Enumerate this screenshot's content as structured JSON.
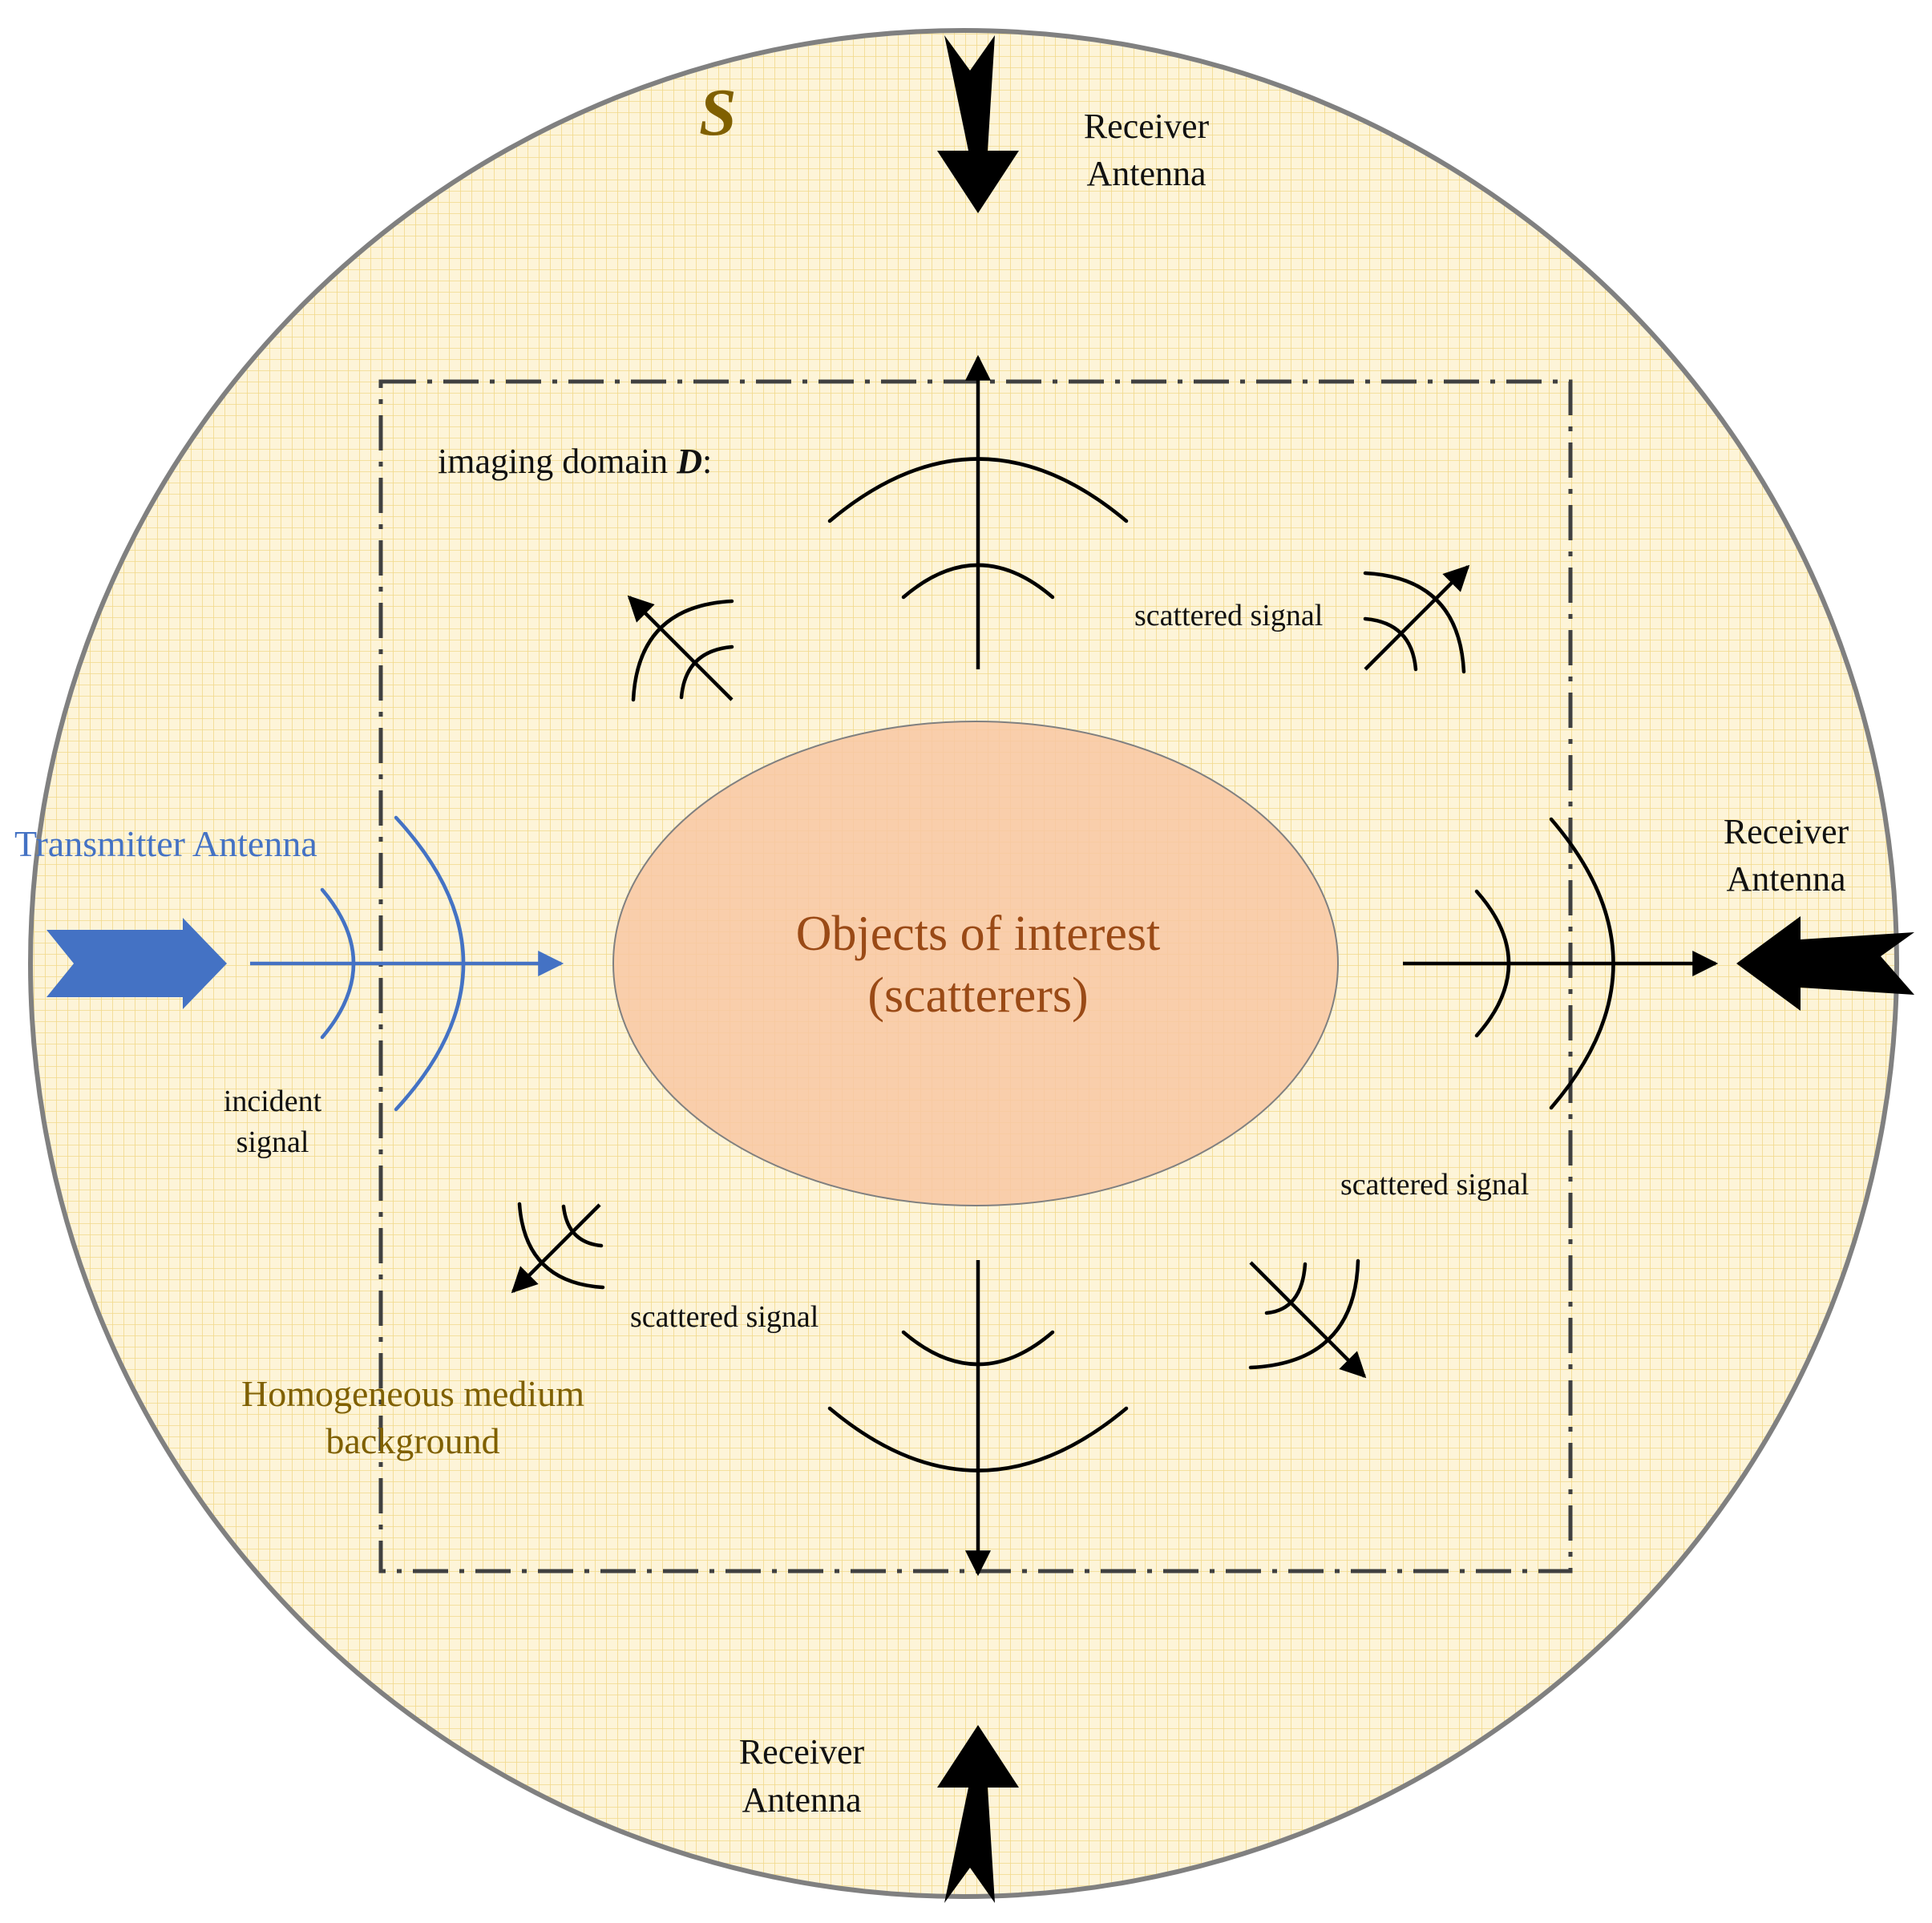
{
  "labels": {
    "region_symbol": "S",
    "imaging_domain_prefix": "imaging domain ",
    "imaging_domain_symbol": "D",
    "imaging_domain_suffix": ":",
    "transmitter_antenna": "Transmitter Antenna",
    "incident_signal_line1": "incident",
    "incident_signal_line2": "signal",
    "receiver_top_line1": "Receiver",
    "receiver_top_line2": "Antenna",
    "receiver_right_line1": "Receiver",
    "receiver_right_line2": "Antenna",
    "receiver_bottom_line1": "Receiver",
    "receiver_bottom_line2": "Antenna",
    "object_line1": "Objects of interest",
    "object_line2": "(scatterers)",
    "scattered_signal_upper_right": "scattered signal",
    "scattered_signal_right": "scattered signal",
    "scattered_signal_lower_left": "scattered signal",
    "medium_line1": "Homogeneous medium",
    "medium_line2": "background"
  },
  "colors": {
    "background_fill": "#fdf4d8",
    "grid_line": "#f2d98a",
    "outer_circle_stroke": "#808080",
    "domain_border": "#404040",
    "object_fill": "#f8c7a3",
    "object_text": "#9a4a16",
    "transmitter": "#4472c4",
    "receiver": "#000000",
    "medium_text": "#7f6000",
    "symbol_s": "#806000"
  }
}
